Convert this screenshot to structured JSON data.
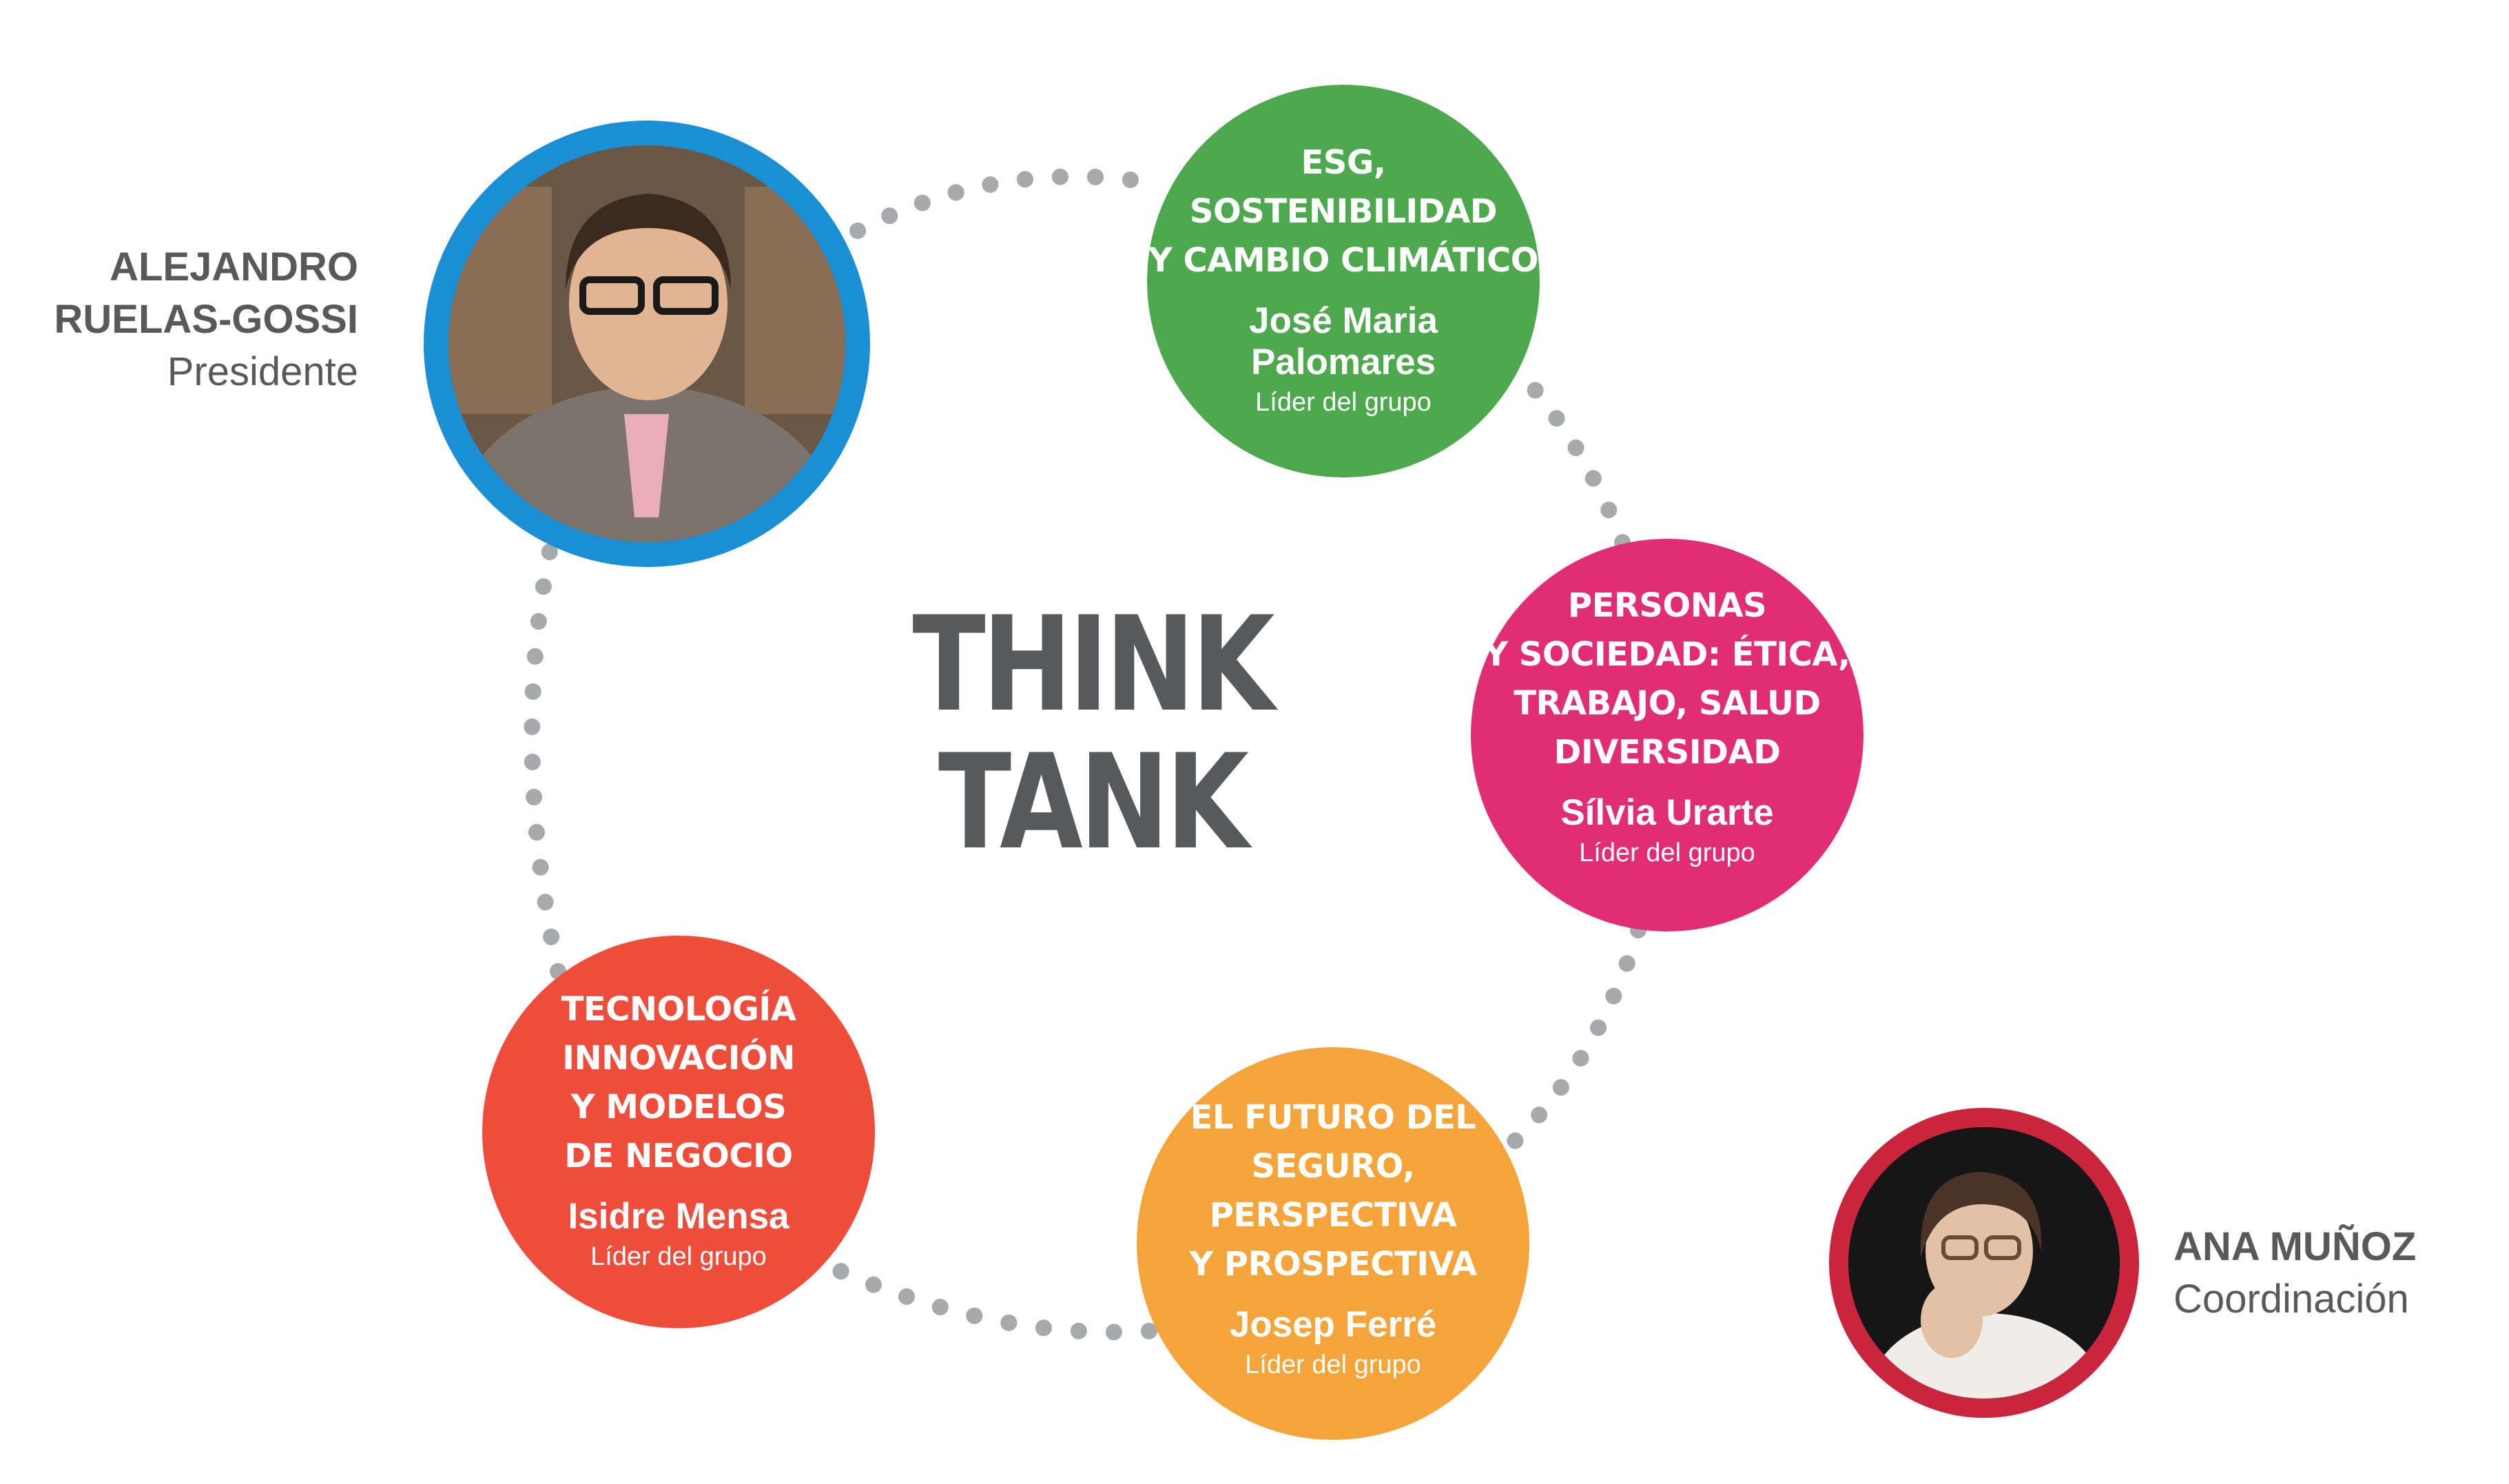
{
  "center": {
    "line1": "THINK",
    "line2": "TANK"
  },
  "colors": {
    "green": "#4ea84e",
    "pink": "#e12d75",
    "orange": "#f5a43a",
    "red": "#ee4d3b",
    "blue_ring": "#1b8fd3",
    "crimson_ring": "#c9253d",
    "dots": "#a7a9ac",
    "text_gray": "#58595b"
  },
  "president": {
    "name": "ALEJANDRO\nRUELAS-GOSSI",
    "role": "Presidente"
  },
  "coordinator": {
    "name": "ANA MUÑOZ",
    "role": "Coordinación"
  },
  "groups": [
    {
      "topic": "ESG,\nSOSTENIBILIDAD\nY CAMBIO CLIMÁTICO",
      "leader": "José Maria\nPalomares",
      "role": "Líder del grupo"
    },
    {
      "topic": "PERSONAS\nY SOCIEDAD: ÉTICA,\nTRABAJO, SALUD\nDIVERSIDAD",
      "leader": "Sílvia Urarte",
      "role": "Líder del grupo"
    },
    {
      "topic": "EL FUTURO DEL\nSEGURO,\nPERSPECTIVA\nY PROSPECTIVA",
      "leader": "Josep Ferré",
      "role": "Líder del grupo"
    },
    {
      "topic": "TECNOLOGÍA\nINNOVACIÓN\nY MODELOS\nDE NEGOCIO",
      "leader": "Isidre Mensa",
      "role": "Líder del grupo"
    }
  ]
}
